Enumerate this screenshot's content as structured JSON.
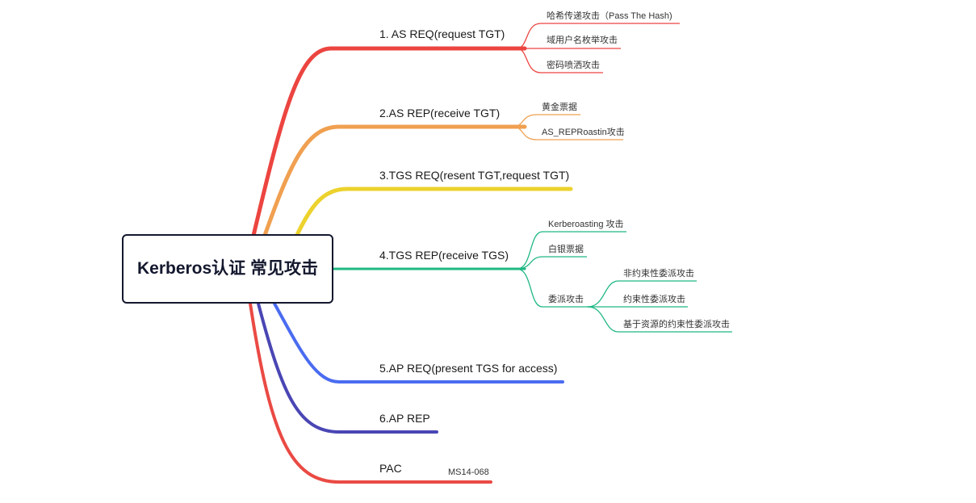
{
  "root": {
    "title": "Kerberos认证 常见攻击"
  },
  "colors": {
    "red": "#ec4540",
    "orange": "#f0a050",
    "yellow": "#ecd22c",
    "green": "#1fb882",
    "blue": "#4a6cf0",
    "navy": "#4a46b4",
    "red2": "#ea4a44"
  },
  "branches": [
    {
      "label": "1. AS REQ(request TGT)",
      "children": [
        {
          "label": "哈希传递攻击（Pass The Hash)"
        },
        {
          "label": "域用户名枚举攻击"
        },
        {
          "label": "密码喷洒攻击"
        }
      ]
    },
    {
      "label": "2.AS REP(receive TGT)",
      "children": [
        {
          "label": "黄金票据"
        },
        {
          "label": "AS_REPRoastin攻击"
        }
      ]
    },
    {
      "label": "3.TGS REQ(resent TGT,request TGT)",
      "children": []
    },
    {
      "label": "4.TGS REP(receive TGS)",
      "children": [
        {
          "label": "Kerberoasting 攻击"
        },
        {
          "label": "白银票据"
        },
        {
          "label": "委派攻击",
          "children": [
            {
              "label": "非约束性委派攻击"
            },
            {
              "label": "约束性委派攻击"
            },
            {
              "label": "基于资源的约束性委派攻击"
            }
          ]
        }
      ]
    },
    {
      "label": "5.AP REQ(present TGS for access)",
      "children": []
    },
    {
      "label": "6.AP REP",
      "children": []
    },
    {
      "label": "PAC",
      "children": [
        {
          "label": "MS14-068"
        }
      ]
    }
  ]
}
